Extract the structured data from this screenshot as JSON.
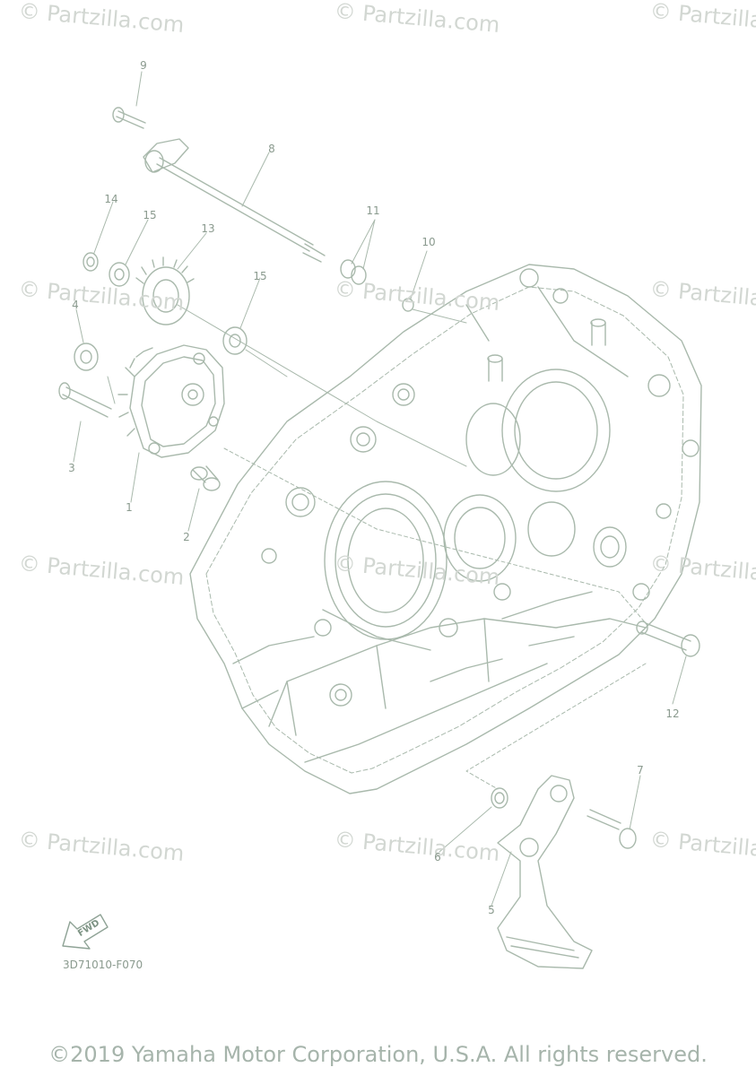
{
  "watermark": "© Partzilla.com",
  "callouts": [
    {
      "id": "c9",
      "label": "9"
    },
    {
      "id": "c8",
      "label": "8"
    },
    {
      "id": "c14",
      "label": "14"
    },
    {
      "id": "c15a",
      "label": "15"
    },
    {
      "id": "c13",
      "label": "13"
    },
    {
      "id": "c11",
      "label": "11"
    },
    {
      "id": "c10",
      "label": "10"
    },
    {
      "id": "c15b",
      "label": "15"
    },
    {
      "id": "c4",
      "label": "4"
    },
    {
      "id": "c3",
      "label": "3"
    },
    {
      "id": "c1",
      "label": "1"
    },
    {
      "id": "c2",
      "label": "2"
    },
    {
      "id": "c12",
      "label": "12"
    },
    {
      "id": "c7",
      "label": "7"
    },
    {
      "id": "c6",
      "label": "6"
    },
    {
      "id": "c5",
      "label": "5"
    }
  ],
  "fwd_label": "FWD",
  "figure_code": "3D71010-F070",
  "copyright": "©2019 Yamaha Motor Corporation, U.S.A. All rights reserved.",
  "colors": {
    "line": "#a9b9ac",
    "label": "#8a9a8e",
    "watermark": "#d2d7d2"
  }
}
